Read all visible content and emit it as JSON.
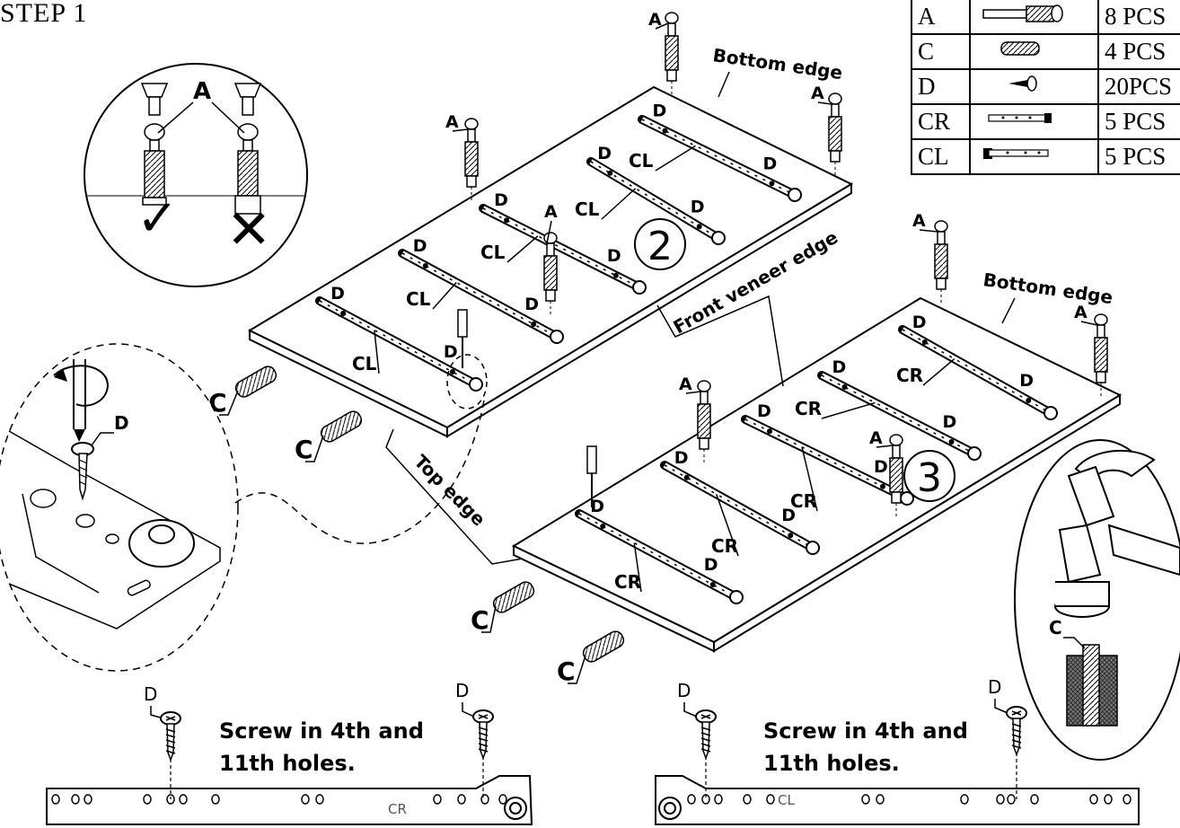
{
  "step_title": "STEP 1",
  "parts_table": [
    {
      "code": "A",
      "icon": "cam-dowel-icon",
      "qty": "8 PCS"
    },
    {
      "code": "C",
      "icon": "wood-dowel-icon",
      "qty": "4 PCS"
    },
    {
      "code": "D",
      "icon": "screw-icon",
      "qty": "20PCS"
    },
    {
      "code": "CR",
      "icon": "right-rail-icon",
      "qty": "5 PCS"
    },
    {
      "code": "CL",
      "icon": "left-rail-icon",
      "qty": "5 PCS"
    }
  ],
  "panel_2": {
    "number": "2",
    "rail_label": "CL",
    "edge_bottom": "Bottom edge",
    "edge_front": "Front veneer edge",
    "edge_top": "Top edge"
  },
  "panel_3": {
    "number": "3",
    "rail_label": "CR",
    "edge_bottom": "Bottom edge"
  },
  "part_letters": {
    "cam": "A",
    "dowel": "C",
    "screw": "D"
  },
  "inset_marks": {
    "correct": "✓",
    "wrong": "✕"
  },
  "rail_cr": {
    "label": "CR",
    "screw_note_line1": "Screw in 4th and",
    "screw_note_line2": "11th holes."
  },
  "rail_cl": {
    "label": "CL",
    "screw_note_line1": "Screw in 4th and",
    "screw_note_line2": "11th holes."
  }
}
